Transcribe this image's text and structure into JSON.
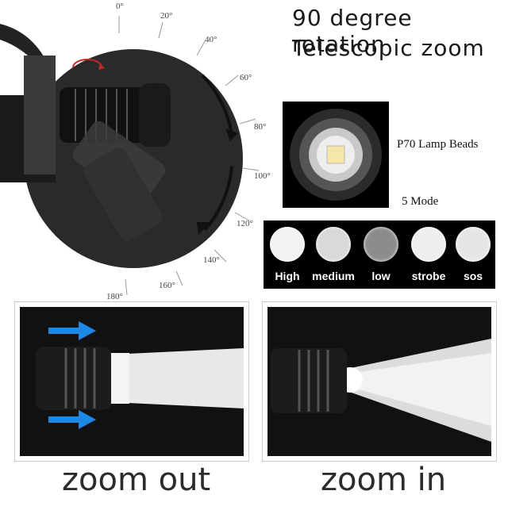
{
  "headline": {
    "line1": "90 degree rotation",
    "line2": "Telescopic zoom"
  },
  "degree_scale": [
    "0°",
    "20°",
    "40°",
    "60°",
    "80°",
    "100°",
    "120°",
    "140°",
    "160°",
    "180°"
  ],
  "lamp": {
    "beads_label": "P70 Lamp Beads",
    "mode_count_label": "5 Mode"
  },
  "modes": [
    {
      "label": "High",
      "color": "#f2f2f2"
    },
    {
      "label": "medium",
      "color": "#d9d9d9"
    },
    {
      "label": "low",
      "color": "#8c8c8c"
    },
    {
      "label": "strobe",
      "color": "#eeeeee"
    },
    {
      "label": "sos",
      "color": "#e6e6e6"
    }
  ],
  "zoom": {
    "out_label": "zoom out",
    "in_label": "zoom in"
  },
  "colors": {
    "arrow_blue": "#1e88e5",
    "dark_panel": "#111111"
  }
}
